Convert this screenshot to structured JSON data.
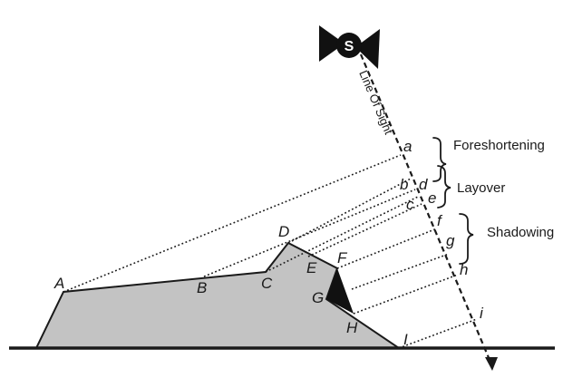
{
  "diagram": {
    "sensor": {
      "letter": "S",
      "line_label": "Line Of Sight",
      "icon": "satellite-icon"
    },
    "ground_points": [
      "A",
      "B",
      "C",
      "D",
      "E",
      "F",
      "G",
      "H",
      "I"
    ],
    "image_points": [
      "a",
      "b",
      "c",
      "d",
      "e",
      "f",
      "g",
      "h",
      "i"
    ],
    "categories": {
      "foreshortening": "Foreshortening",
      "layover": "Layover",
      "shadowing": "Shadowing"
    },
    "colors": {
      "terrain_fill": "#c3c3c3",
      "shadow_fill": "#111111",
      "line": "#1a1a1a",
      "background": "#ffffff"
    }
  }
}
